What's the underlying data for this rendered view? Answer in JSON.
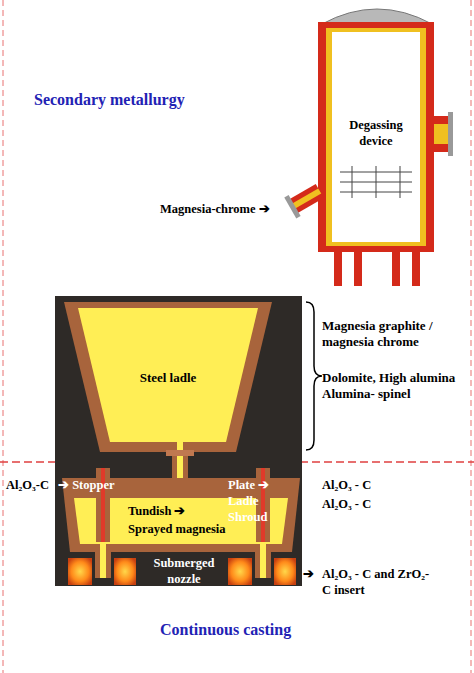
{
  "diagram": {
    "nodes": [
      {
        "text": [
          "Degassing device"
        ]
      },
      {
        "text": [
          "Steel ladle"
        ]
      }
    ],
    "labels": [
      "Secondary metallurgy",
      "Magnesia-chrome ➔",
      "Magnesia graphite / magnesia chrome",
      "Dolomite, High alumina Alumina- spinel",
      "Al₂O₃-C",
      "➔ Stopper",
      "Plate ➔",
      "Al₂O₃ - C",
      "Ladle Shroud",
      "Al₂O₃ - C",
      "Tundish ➔",
      "Sprayed magnesia",
      "Submerged nozzle",
      "➔",
      "Al₂O₃ - C and ZrO₂-C insert",
      "Continuous casting"
    ]
  }
}
